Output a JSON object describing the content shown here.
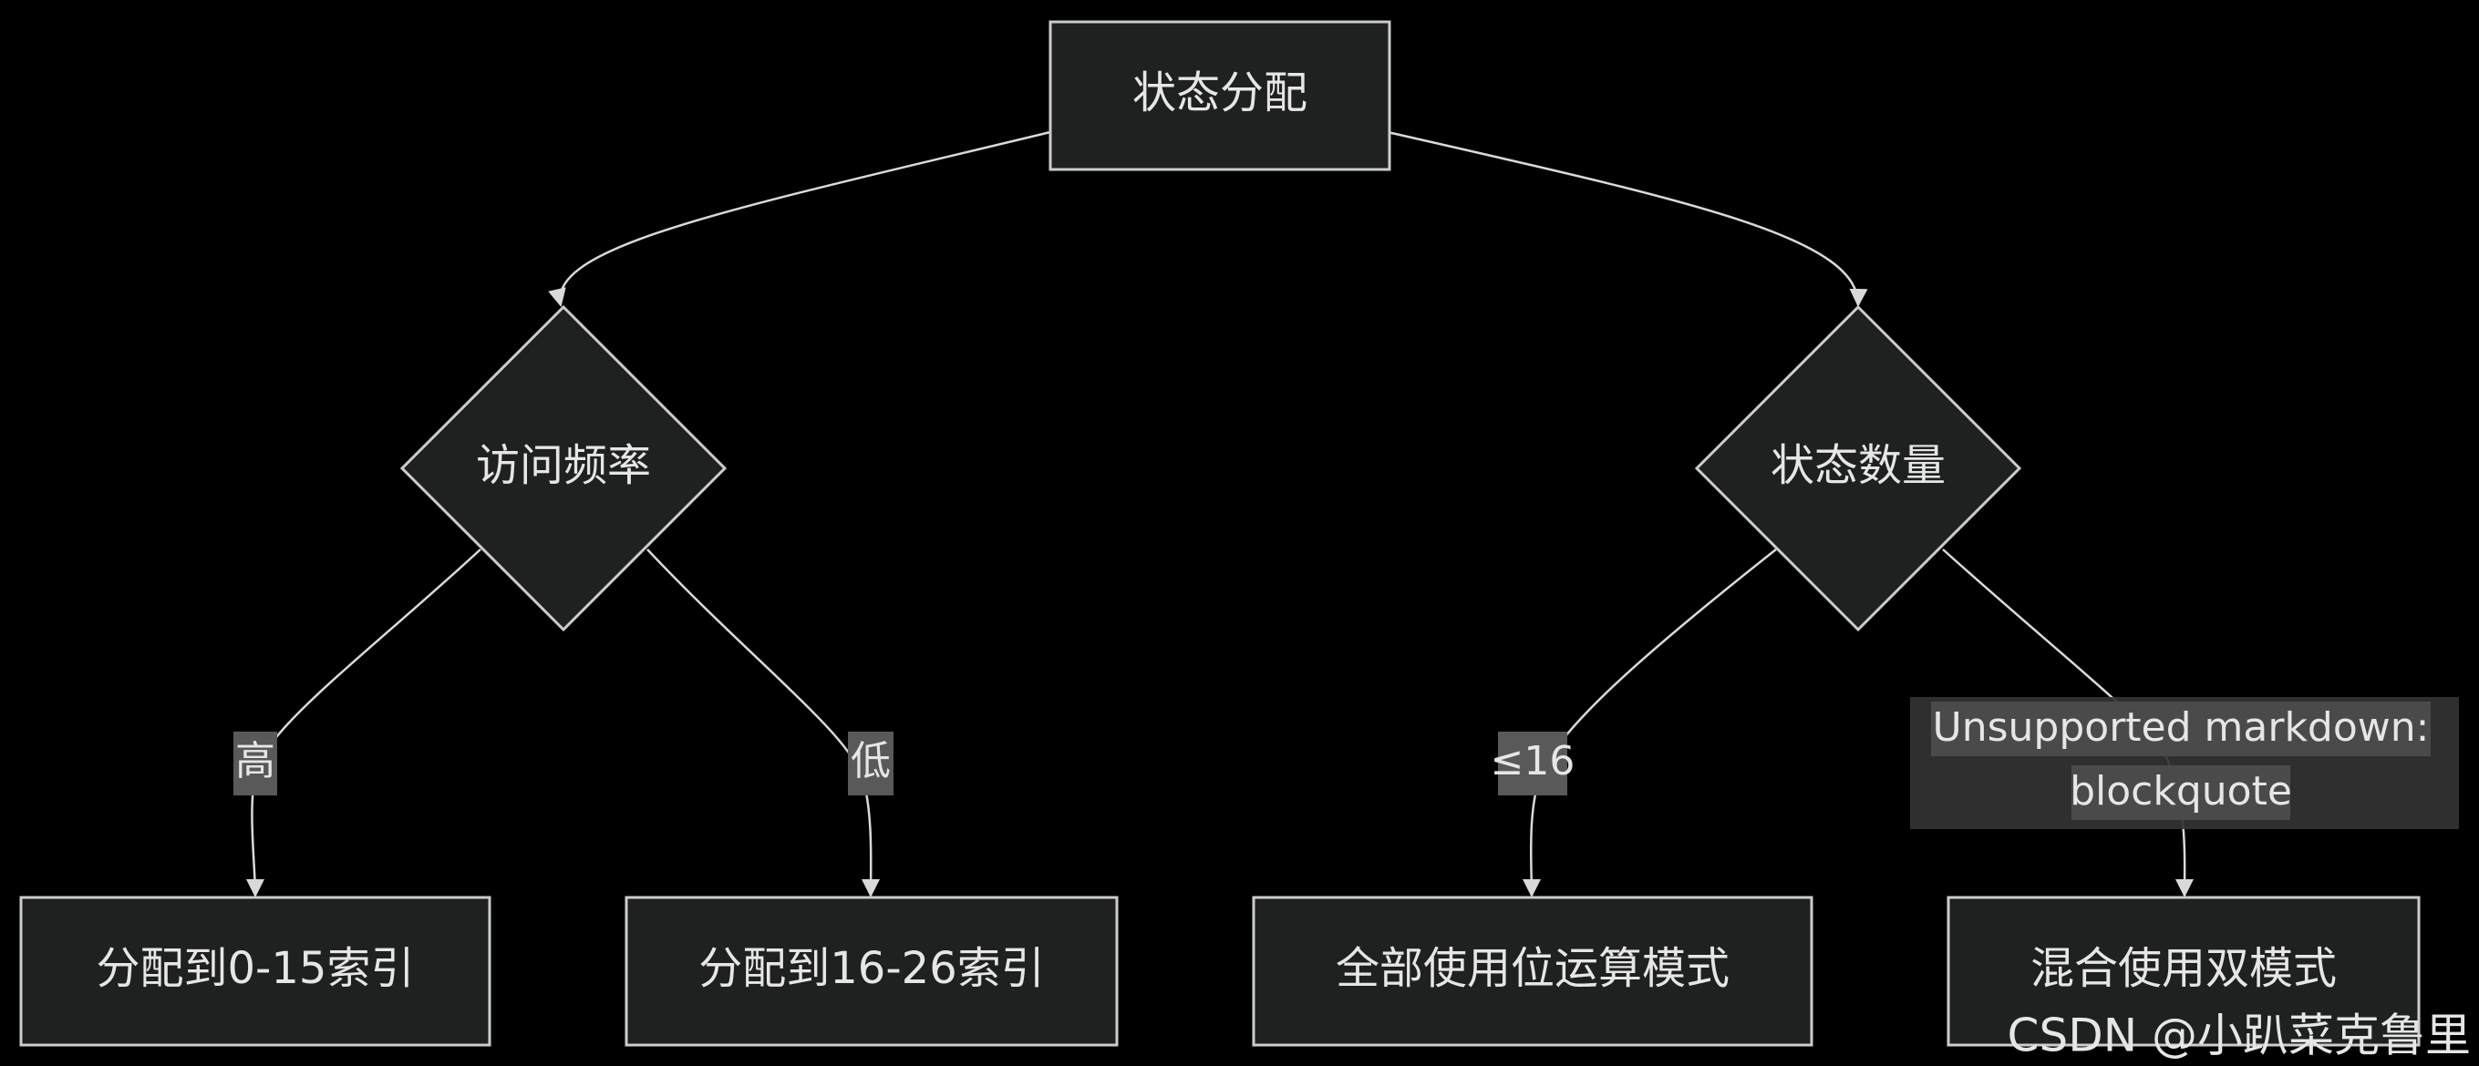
{
  "nodes": {
    "root": "状态分配",
    "frequency": "访问频率",
    "state_count": "状态数量",
    "alloc_low": "分配到0-15索引",
    "alloc_high": "分配到16-26索引",
    "bitwise": "全部使用位运算模式",
    "mixed": "混合使用双模式"
  },
  "edge_labels": {
    "high": "高",
    "low": "低",
    "le16": "≤16"
  },
  "note": {
    "line1": "Unsupported markdown:",
    "line2": "blockquote"
  },
  "watermark": "CSDN @小趴菜克鲁里",
  "colors": {
    "background": "#000000",
    "node_fill": "#1f2020",
    "node_stroke": "#cccccc",
    "edge": "#d9d9d9",
    "label_bg": "#595959"
  }
}
